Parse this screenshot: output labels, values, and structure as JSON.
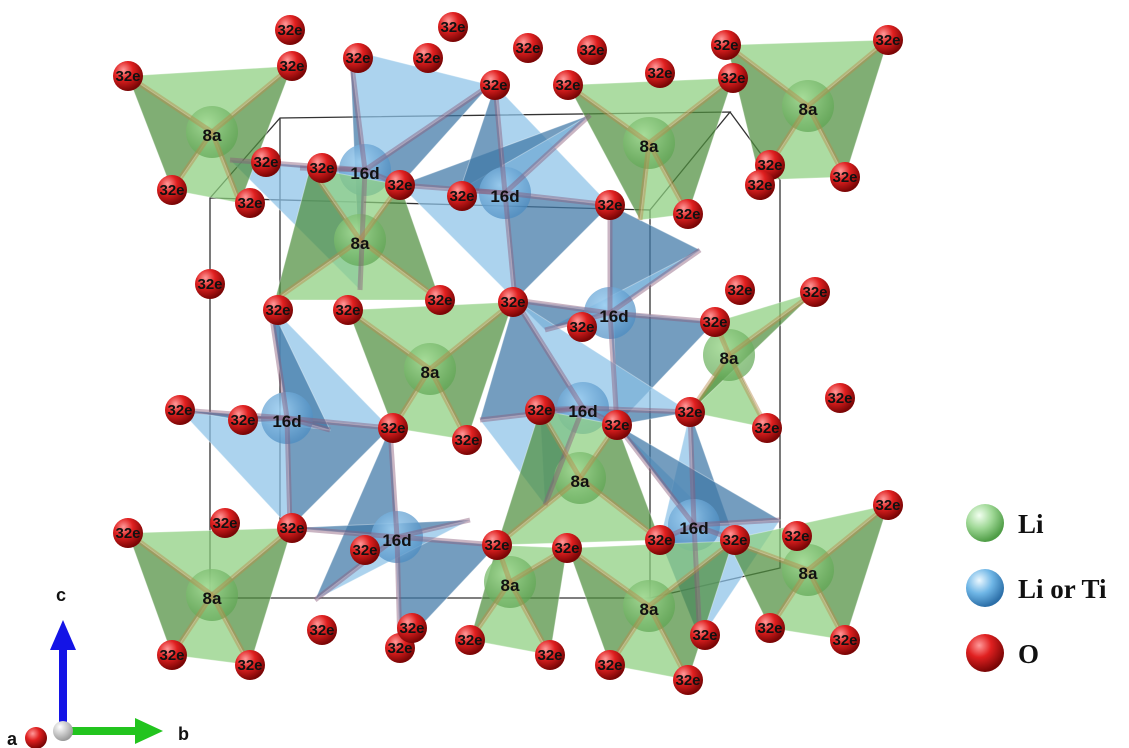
{
  "sites": {
    "tetrahedral": "8a",
    "octahedral": "16d",
    "oxygen": "32e"
  },
  "legend": [
    {
      "label": "Li",
      "color": "#8fd18a"
    },
    {
      "label": "Li or Ti",
      "color": "#6fb6e6"
    },
    {
      "label": "O",
      "color": "#e02020"
    }
  ],
  "axes": {
    "a": "a",
    "b": "b",
    "c": "c"
  },
  "colors": {
    "tetra_light": "#8ccf7e",
    "tetra_dark": "#4f8f3f",
    "octa_light": "#8cc2e8",
    "octa_dark": "#3f77a6",
    "oxygen": "#d61f1f",
    "axis_c": "#1414e6",
    "axis_b": "#22c41e",
    "axis_a": "#c40e0e"
  }
}
